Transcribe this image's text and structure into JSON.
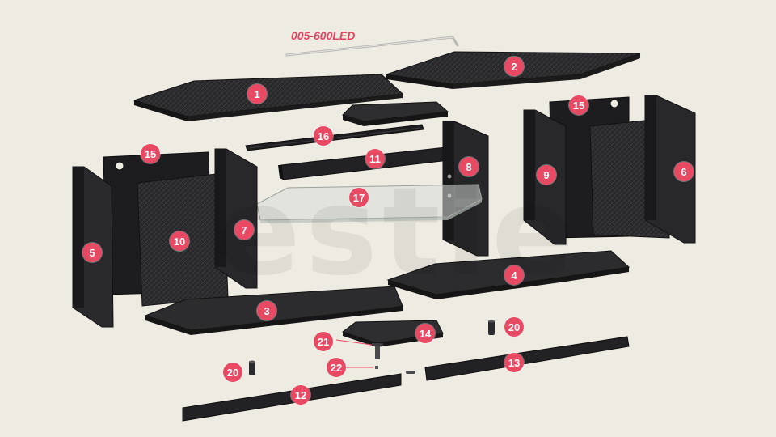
{
  "diagram": {
    "led_part_label": "005-600LED",
    "watermark": "estie",
    "colors": {
      "badge": "#e84a64",
      "panel": "#2a2a2c",
      "panel_edge": "#111112",
      "background": "#eeebe3",
      "label": "#e0445e"
    },
    "callouts": [
      "1",
      "2",
      "15",
      "16",
      "11",
      "8",
      "9",
      "6",
      "15",
      "17",
      "10",
      "7",
      "5",
      "4",
      "3",
      "21",
      "14",
      "20",
      "22",
      "20",
      "13",
      "12"
    ]
  }
}
